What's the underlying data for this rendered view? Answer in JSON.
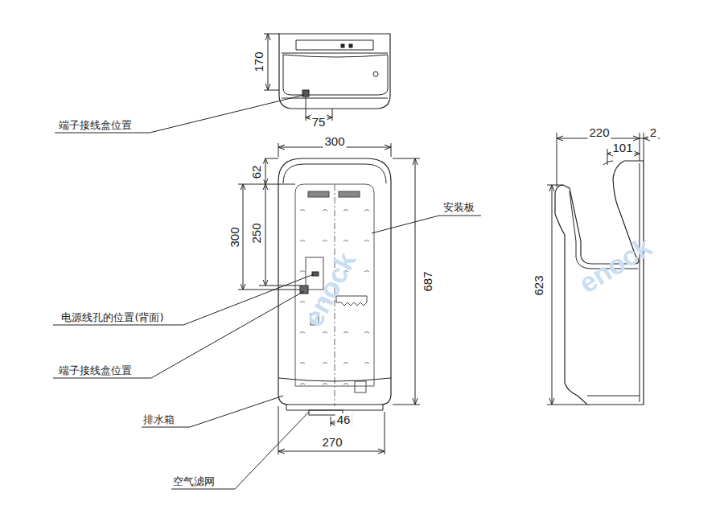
{
  "diagram": {
    "labels": [
      "170",
      "75",
      "端子接线盒位置",
      "300",
      "62",
      "250",
      "300",
      "687",
      "安装板",
      "电源线孔的位置(背面)",
      "端子接线盒位置",
      "排水箱",
      "46",
      "270",
      "空气滤网",
      "220",
      "2",
      "101",
      "623",
      "enock",
      "enock"
    ]
  }
}
